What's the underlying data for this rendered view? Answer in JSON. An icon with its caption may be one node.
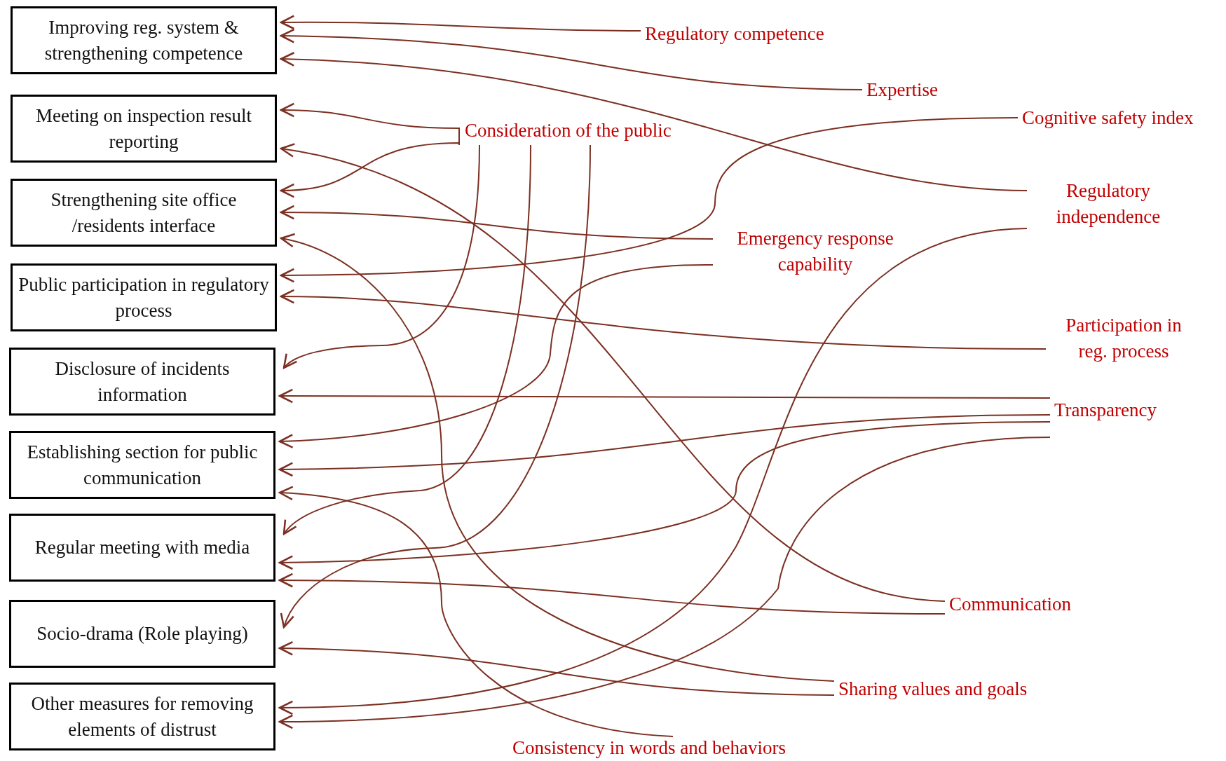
{
  "diagram": {
    "nodes": [
      {
        "text": [
          "Improving reg. system & strengthening competence"
        ]
      },
      {
        "text": [
          "Meeting on inspection result reporting"
        ]
      },
      {
        "text": [
          "Strengthening site office /residents interface"
        ]
      },
      {
        "text": [
          "Public participation in regulatory process"
        ]
      },
      {
        "text": [
          "Disclosure of incidents information"
        ]
      },
      {
        "text": [
          "Establishing section for public communication"
        ]
      },
      {
        "text": [
          "Regular meeting with media"
        ]
      },
      {
        "text": [
          "Socio-drama (Role playing)"
        ]
      },
      {
        "text": [
          "Other measures for removing elements of distrust"
        ]
      },
      {
        "text": [
          "Regulatory competence"
        ]
      },
      {
        "text": [
          "Expertise"
        ]
      },
      {
        "text": [
          "Cognitive safety index"
        ]
      },
      {
        "text": [
          "Consideration of the public"
        ]
      },
      {
        "text": [
          "Regulatory independence"
        ]
      },
      {
        "text": [
          "Emergency response capability"
        ]
      },
      {
        "text": [
          "Participation in reg. process"
        ]
      },
      {
        "text": [
          "Transparency"
        ]
      },
      {
        "text": [
          "Communication"
        ]
      },
      {
        "text": [
          "Sharing values and goals"
        ]
      },
      {
        "text": [
          "Consistency in words and behaviors"
        ]
      }
    ],
    "edges": [
      {
        "from": 9,
        "to": 0,
        "arrow": "to"
      },
      {
        "from": 10,
        "to": 0,
        "arrow": "to"
      },
      {
        "from": 13,
        "to": 0,
        "arrow": "to"
      },
      {
        "from": 12,
        "to": 1,
        "arrow": "to"
      },
      {
        "from": 17,
        "to": 1,
        "arrow": "to"
      },
      {
        "from": 12,
        "to": 2,
        "arrow": "to"
      },
      {
        "from": 14,
        "to": 2,
        "arrow": "to"
      },
      {
        "from": 18,
        "to": 2,
        "arrow": "to"
      },
      {
        "from": 11,
        "to": 3,
        "arrow": "to"
      },
      {
        "from": 15,
        "to": 3,
        "arrow": "to"
      },
      {
        "from": 12,
        "to": 4,
        "arrow": "to"
      },
      {
        "from": 16,
        "to": 4,
        "arrow": "to"
      },
      {
        "from": 14,
        "to": 5,
        "arrow": "to"
      },
      {
        "from": 16,
        "to": 5,
        "arrow": "to"
      },
      {
        "from": 19,
        "to": 5,
        "arrow": "to"
      },
      {
        "from": 12,
        "to": 6,
        "arrow": "to"
      },
      {
        "from": 16,
        "to": 6,
        "arrow": "to"
      },
      {
        "from": 17,
        "to": 6,
        "arrow": "to"
      },
      {
        "from": 12,
        "to": 7,
        "arrow": "to"
      },
      {
        "from": 18,
        "to": 7,
        "arrow": "to"
      },
      {
        "from": 13,
        "to": 8,
        "arrow": "to"
      },
      {
        "from": 16,
        "to": 8,
        "arrow": "to"
      }
    ]
  }
}
